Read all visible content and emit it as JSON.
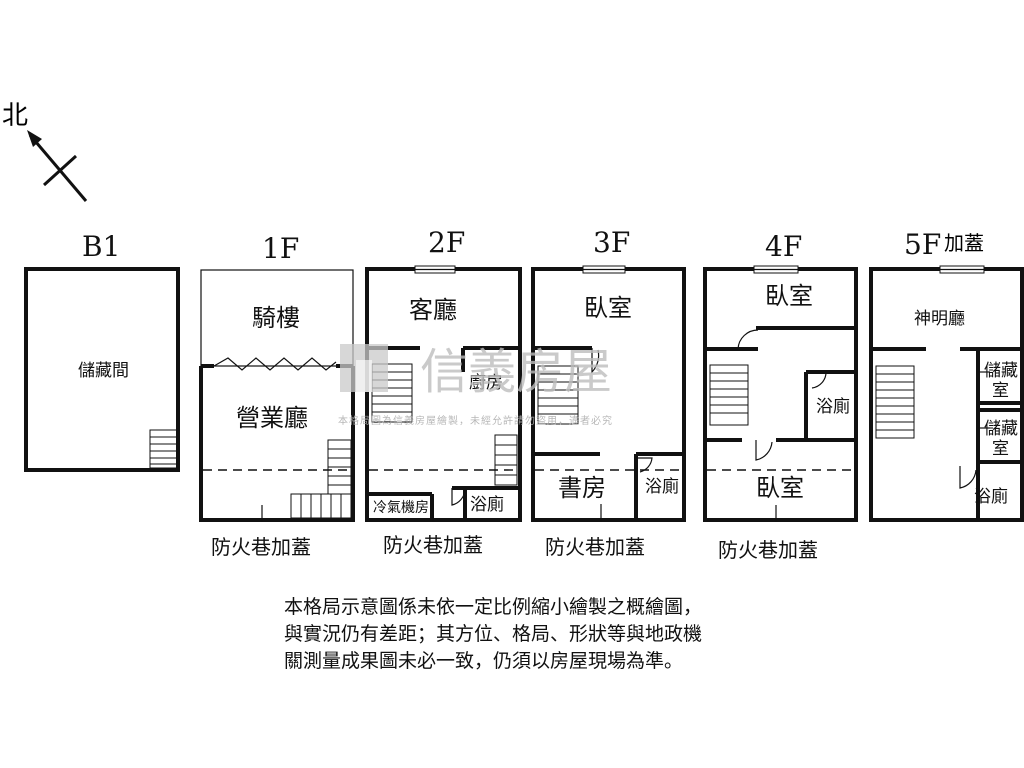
{
  "compass": {
    "label": "北"
  },
  "floors": [
    {
      "name": "B1",
      "suffix": "",
      "rooms": [
        "儲藏間"
      ]
    },
    {
      "name": "1F",
      "suffix": "",
      "rooms": [
        "騎樓",
        "營業廳"
      ],
      "extension": "防火巷加蓋"
    },
    {
      "name": "2F",
      "suffix": "",
      "rooms": [
        "客廳",
        "廚房",
        "冷氣機房",
        "浴廁"
      ],
      "extension": "防火巷加蓋"
    },
    {
      "name": "3F",
      "suffix": "",
      "rooms": [
        "臥室",
        "書房",
        "浴廁"
      ],
      "extension": "防火巷加蓋"
    },
    {
      "name": "4F",
      "suffix": "",
      "rooms": [
        "臥室",
        "浴廁",
        "臥室"
      ],
      "extension": "防火巷加蓋"
    },
    {
      "name": "5F",
      "suffix": "加蓋",
      "rooms": [
        "神明廳",
        "儲藏室",
        "儲藏室",
        "浴廁"
      ]
    }
  ],
  "storage_split": {
    "a1": "儲藏",
    "a2": "室",
    "b1": "儲藏",
    "b2": "室"
  },
  "watermark": {
    "brand": "信義房屋",
    "notice": "本格局圖為信義房屋繪製，未經允許請勿盜用，違者必究"
  },
  "note": {
    "line1": "本格局示意圖係未依一定比例縮小繪製之概繪圖，",
    "line2": "與實況仍有差距；其方位、格局、形狀等與地政機",
    "line3": "關測量成果圖未必一致，仍須以房屋現場為準。"
  }
}
